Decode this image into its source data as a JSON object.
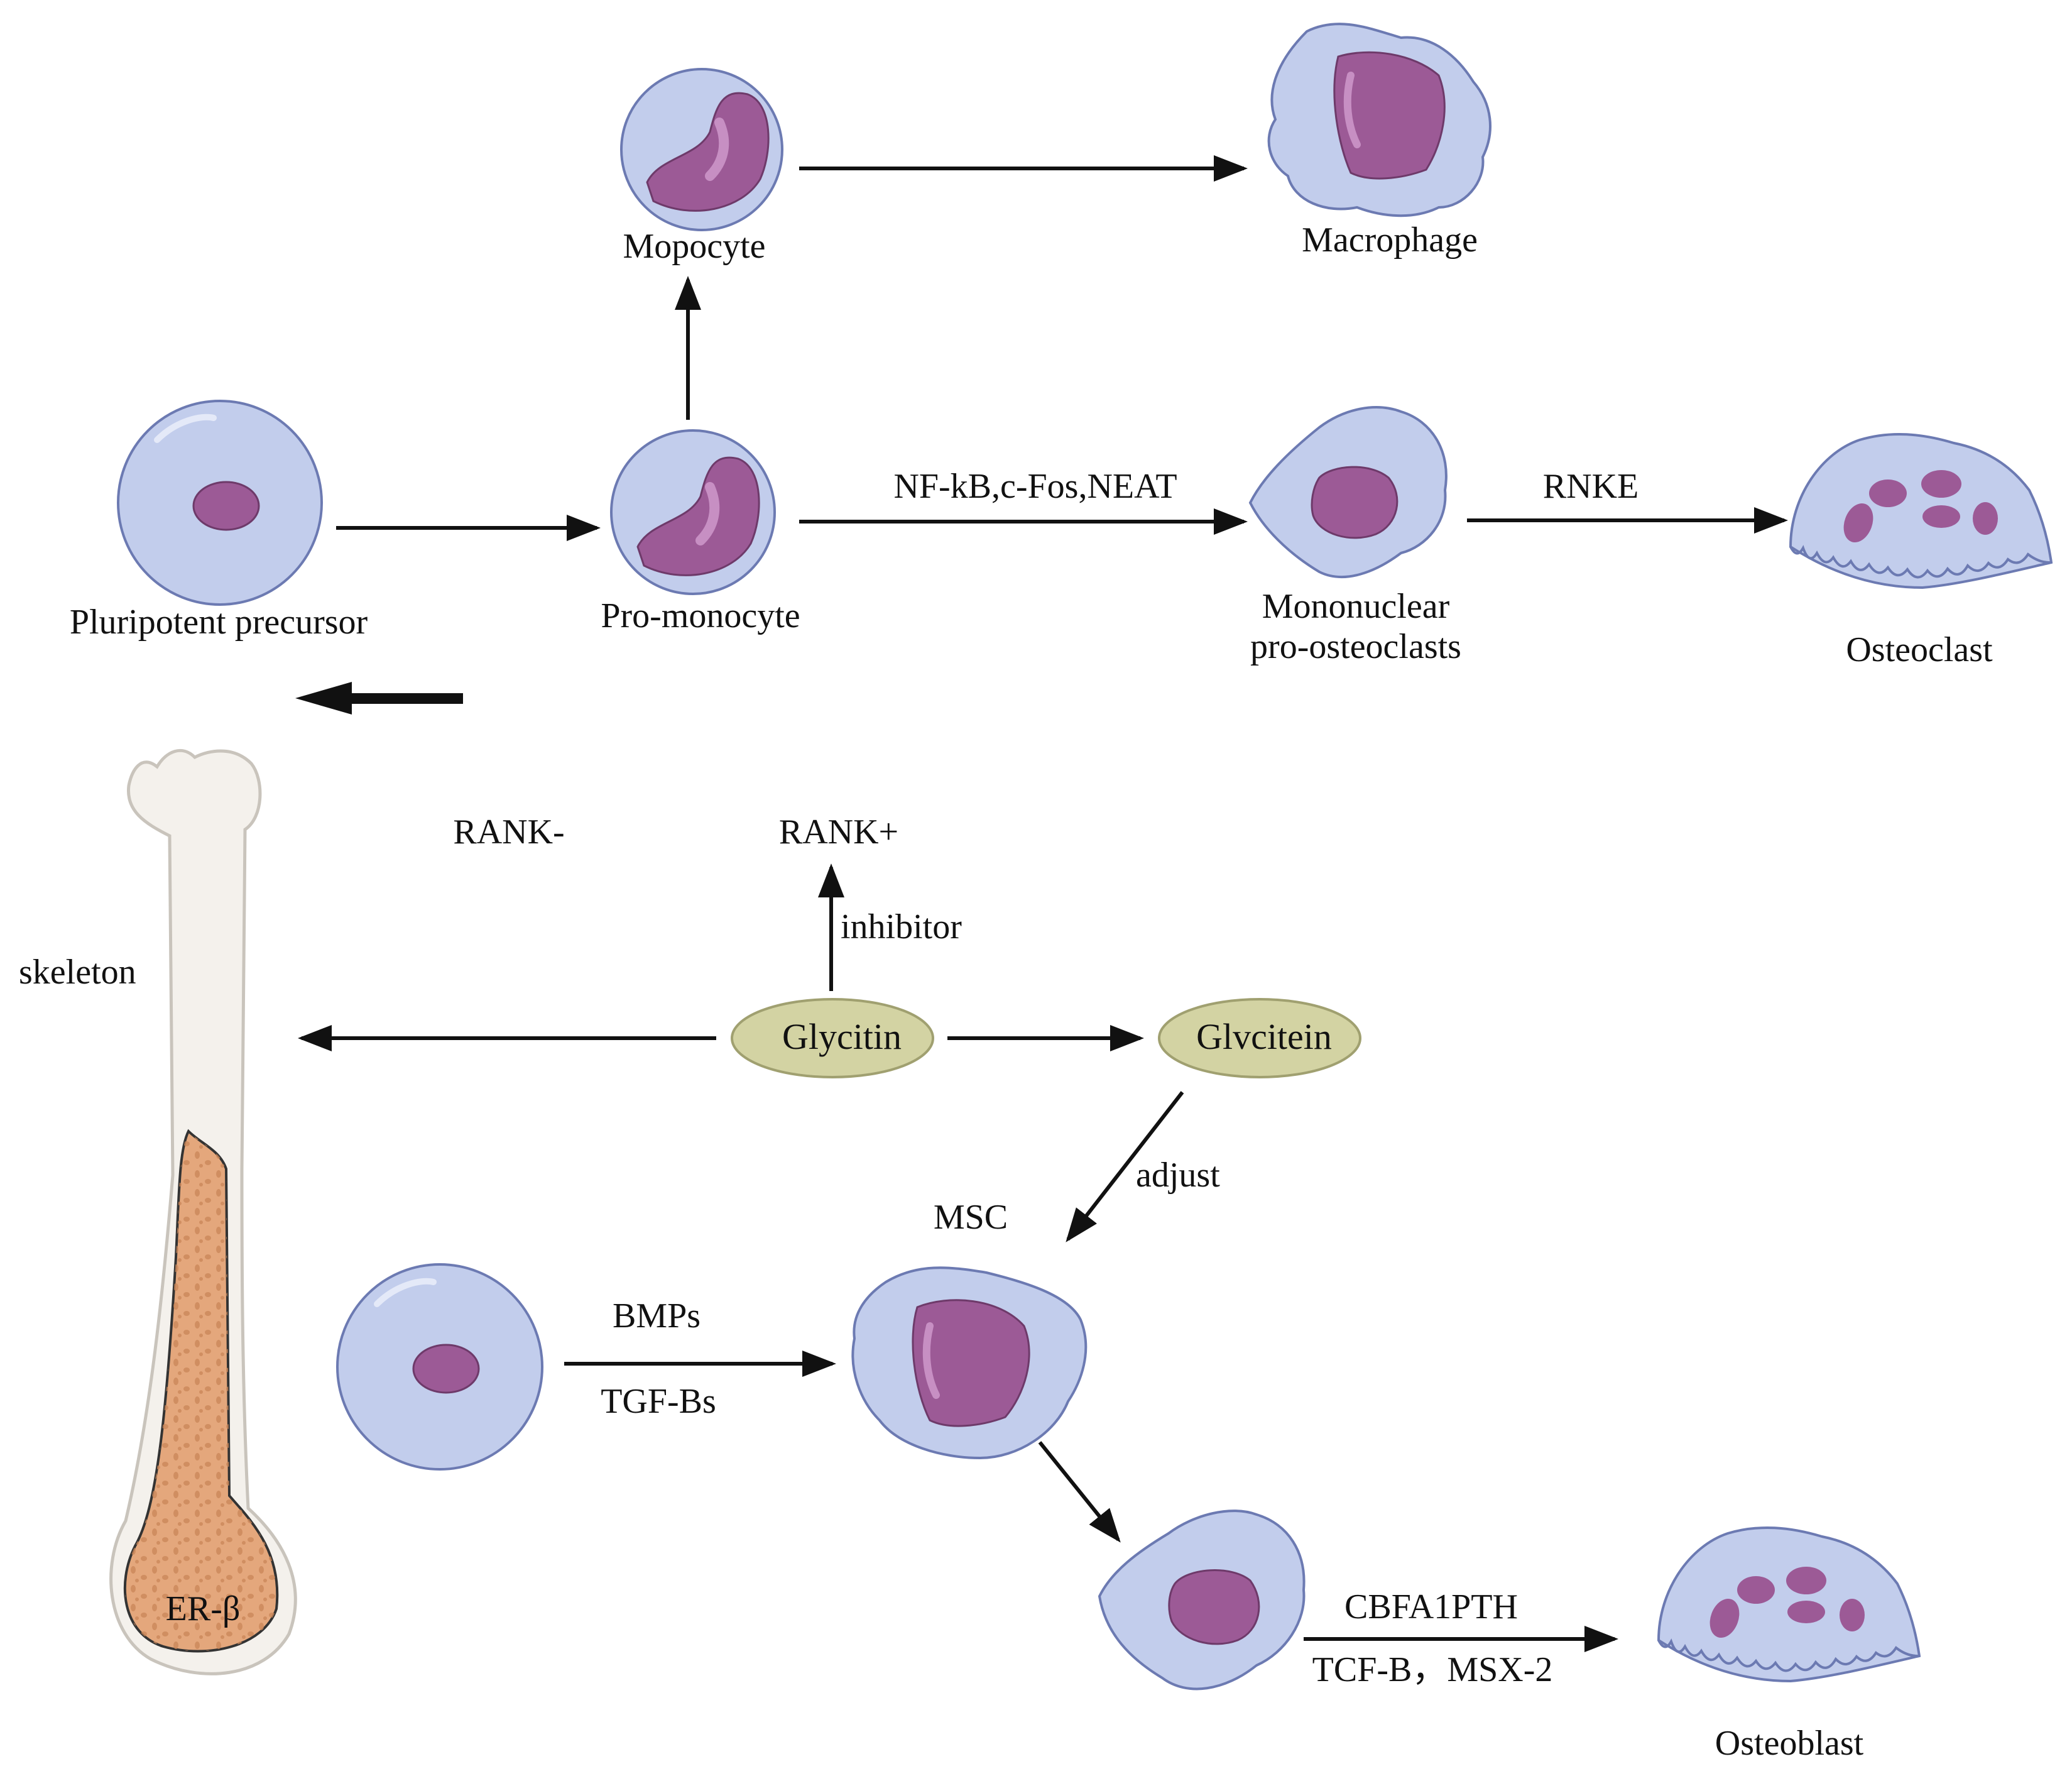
{
  "colors": {
    "cell_fill": "#c2cdec",
    "cell_stroke": "#6c7ab2",
    "nucleus": "#9c5a96",
    "nucleus_highlight": "#c78fc3",
    "oval_fill": "#d3d3a3",
    "oval_stroke": "#a0a070",
    "bone_shaft": "#f4f1ec",
    "marrow": "#e4a77c",
    "marrow_dots": "#c98658",
    "arrow": "#111111"
  },
  "labels": {
    "mopocyte": "Mopocyte",
    "macrophage": "Macrophage",
    "pluripotent_precursor": "Pluripotent precursor",
    "pro_monocyte": "Pro-monocyte",
    "nf_kb": "NF-kB,c-Fos,NEAT",
    "mononuclear_line1": "Mononuclear",
    "mononuclear_line2": "pro-osteoclasts",
    "rnke": "RNKE",
    "osteoclast": "Osteoclast",
    "rank_minus": "RANK-",
    "rank_plus": "RANK+",
    "inhibitor": "inhibitor",
    "skeleton": "skeleton",
    "glycitin": "Glycitin",
    "glvcitein": "Glvcitein",
    "adjust": "adjust",
    "msc": "MSC",
    "bmps": "BMPs",
    "tgf_bs": "TGF-Bs",
    "er_beta": "ER-β",
    "cbfa1pth": "CBFA1PTH",
    "tcf_b_msx2": "TCF-B，MSX-2",
    "osteoblast": "Osteoblast"
  }
}
